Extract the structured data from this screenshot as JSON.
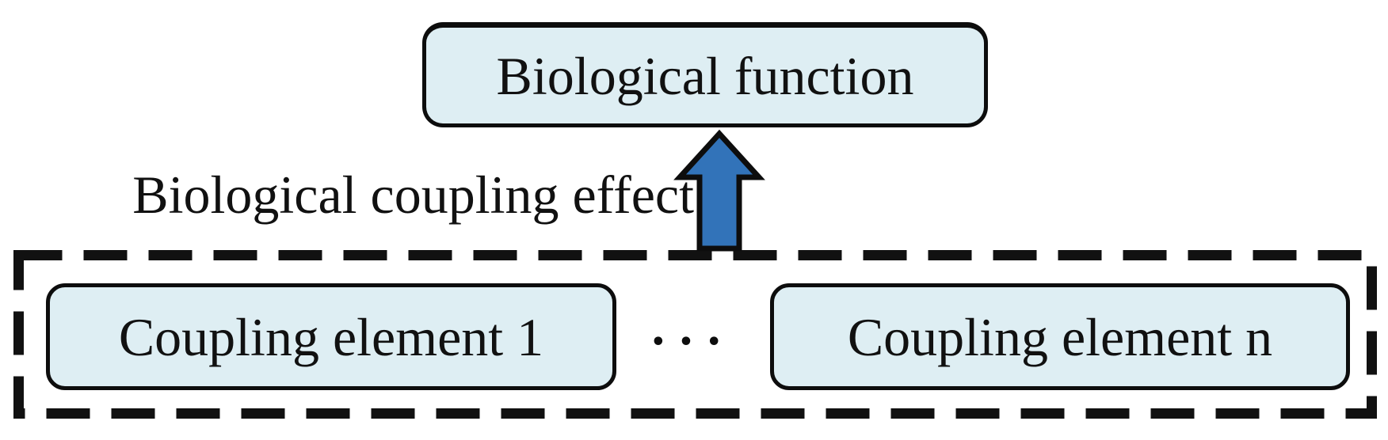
{
  "diagram": {
    "function_box": {
      "label": "Biological function"
    },
    "arrow_label": "Biological coupling effect",
    "coupling_group": {
      "ellipsis": "•••",
      "elements": [
        {
          "label": "Coupling element 1"
        },
        {
          "label": "Coupling element n"
        }
      ]
    },
    "colors": {
      "background": "#ffffff",
      "box_fill": "#deeef3",
      "box_border": "#0d0d0d",
      "arrow_fill": "#3273b9",
      "arrow_outline": "#0d0d0d",
      "dashed_border": "#111111",
      "text": "#111111"
    }
  }
}
